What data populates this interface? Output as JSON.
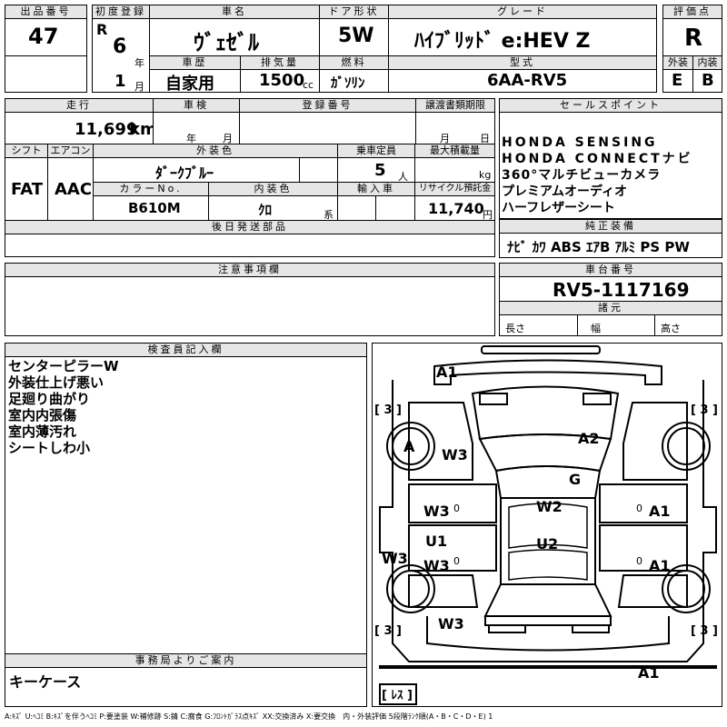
{
  "header_labels": {
    "lot_no": "出品番号",
    "first_reg": "初度登録",
    "car_name": "車名",
    "door": "ドア形状",
    "grade": "グレード",
    "score": "評価点",
    "history": "車歴",
    "displacement": "排気量",
    "fuel": "燃料",
    "model": "型式",
    "exterior": "外装",
    "interior": "内装"
  },
  "lot_no": "47",
  "first_reg": {
    "era": "R",
    "year": "6",
    "year_unit": "年",
    "month": "1",
    "month_unit": "月"
  },
  "car_name": "ｳﾞｪｾﾞﾙ",
  "door": "5W",
  "grade": "ﾊｲﾌﾞﾘｯﾄﾞ e:HEV Z",
  "score": "R",
  "history": "自家用",
  "displacement": "1500",
  "displacement_unit": "cc",
  "fuel": "ｶﾞｿﾘﾝ",
  "model": "6AA-RV5",
  "exterior_grade": "E",
  "interior_grade": "B",
  "row2_labels": {
    "mileage": "走行",
    "inspection": "車検",
    "reg_no": "登録番号",
    "transfer_deadline": "譲渡書類期限",
    "sales_point": "セールスポイント",
    "shift": "シフト",
    "aircon": "エアコン",
    "ext_color": "外装色",
    "capacity": "乗車定員",
    "max_load": "最大積載量",
    "color_no": "カラーNo.",
    "int_color": "内装色",
    "import": "輸入車",
    "recycle": "リサイクル預託金",
    "later_parts": "後日発送部品",
    "genuine": "純正装備",
    "notes": "注意事項欄",
    "chassis_no": "車台番号",
    "specs": "諸元",
    "length": "長さ",
    "width": "幅",
    "height": "高さ",
    "inspector": "検査員記入欄",
    "office": "事務局よりご案内"
  },
  "mileage": "11,699",
  "mileage_unit": "km",
  "inspection_year_unit": "年",
  "inspection_month_unit": "月",
  "transfer_month_unit": "月",
  "transfer_day_unit": "日",
  "shift": "FAT",
  "aircon": "AAC",
  "ext_color": "ﾀﾞｰｸﾌﾞﾙｰ",
  "capacity": "5",
  "capacity_unit": "人",
  "max_load_unit": "kg",
  "color_no": "B610M",
  "int_color": "ｸﾛ",
  "int_color_unit": "系",
  "recycle": "11,740",
  "recycle_unit": "円",
  "sales_points": [
    "HONDA SENSING",
    "HONDA CONNECTナビ",
    "360°マルチビューカメラ",
    "プレミアムオーディオ",
    "ハーフレザーシート"
  ],
  "genuine_equipment": "ﾅﾋﾞ ｶﾜ ABS ｴｱB ｱﾙﾐ PS PW",
  "chassis_no": "RV5-1117169",
  "inspector_notes": [
    "センターピラーW",
    "外装仕上げ悪い",
    "足廻り曲がり",
    "室内内張傷",
    "室内薄汚れ",
    "シートしわ小"
  ],
  "office_note": "キーケース",
  "diagram_marks": {
    "front_left_corner": "A1",
    "rear_right_corner": "A1",
    "tire_front_left": "A",
    "tire_count_tl": "[ 3 ]",
    "tire_count_tr": "[ 3 ]",
    "tire_count_bl": "[ 3 ]",
    "tire_count_br": "[ 3 ]",
    "hood": "A2",
    "roof": "G",
    "fender_fl": "W3",
    "door_fl": "W3",
    "pillar_l": "U1",
    "door_rl": "W3",
    "sill_l": "W3",
    "quarter_rl": "W3",
    "center_upper": "W2",
    "center_lower": "U2",
    "door_fr": "A1",
    "door_rr": "A1",
    "zero_1": "0",
    "zero_2": "0",
    "zero_3": "0",
    "zero_4": "0",
    "spare": "[ ﾚｽ ]"
  },
  "legend": "A:ｷｽﾞ U:ﾍｺﾐ B:ｷｽﾞを伴うﾍｺﾐ P:要塗装 W:補修跡 S:錆 C:腐食 G:ﾌﾛﾝﾄｶﾞﾗｽ点ｷｽﾞ XX:交換済み X:要交換　内・外装評価 5段階ﾗﾝｸ順(A・B・C・D・E) 1"
}
